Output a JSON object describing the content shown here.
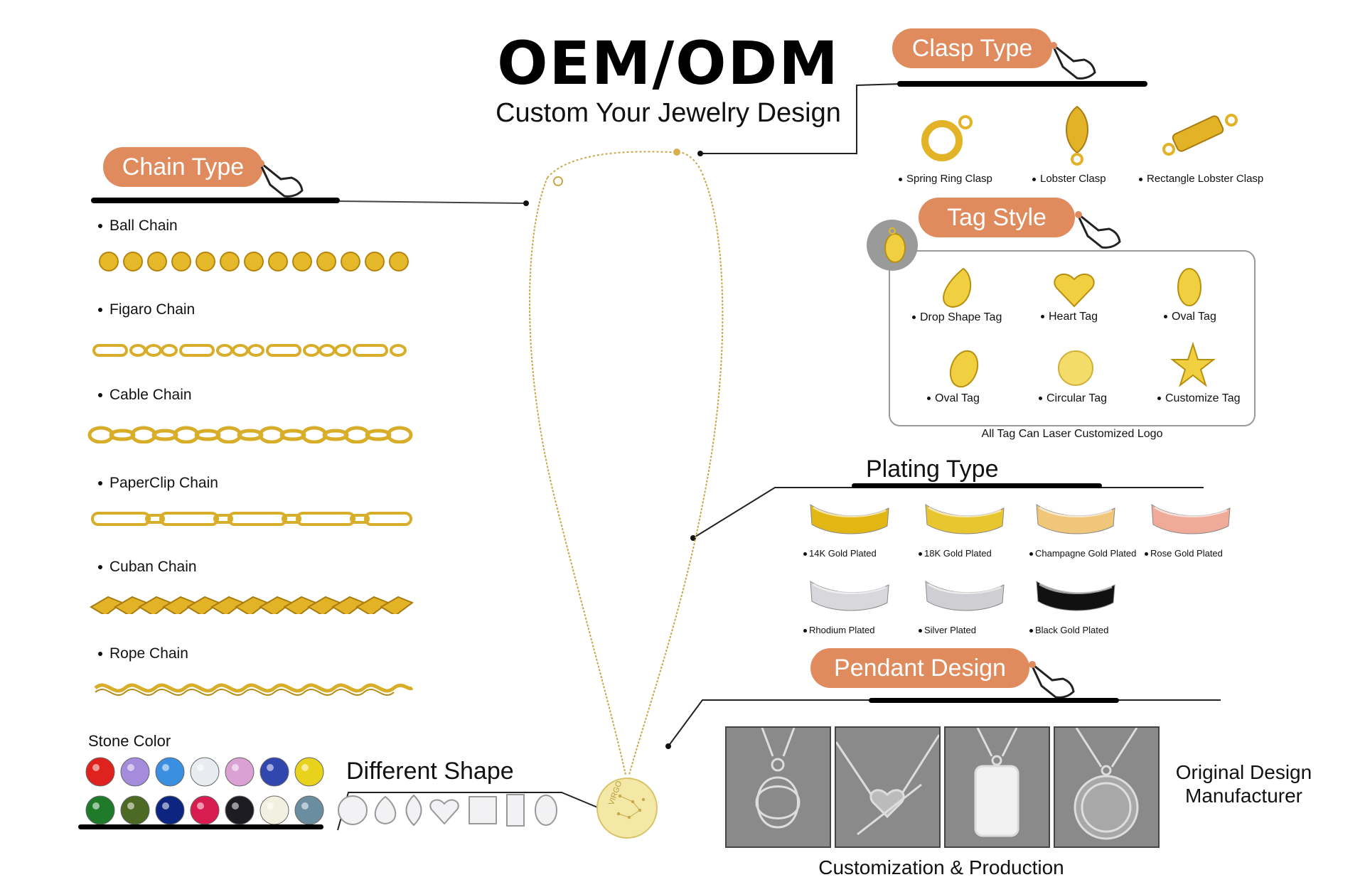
{
  "header": {
    "title": "OEM/ODM",
    "subtitle": "Custom Your Jewelry Design"
  },
  "chain_type": {
    "heading": "Chain Type",
    "items": [
      {
        "label": "Ball Chain"
      },
      {
        "label": "Figaro Chain"
      },
      {
        "label": "Cable Chain"
      },
      {
        "label": "PaperClip Chain"
      },
      {
        "label": "Cuban Chain"
      },
      {
        "label": "Rope Chain"
      }
    ]
  },
  "clasp_type": {
    "heading": "Clasp Type",
    "items": [
      {
        "label": "Spring Ring Clasp"
      },
      {
        "label": "Lobster Clasp"
      },
      {
        "label": "Rectangle Lobster Clasp"
      }
    ]
  },
  "tag_style": {
    "heading": "Tag Style",
    "items": [
      {
        "label": "Drop Shape Tag"
      },
      {
        "label": "Heart Tag"
      },
      {
        "label": "Oval Tag"
      },
      {
        "label": "Oval Tag"
      },
      {
        "label": "Circular Tag"
      },
      {
        "label": "Customize Tag"
      }
    ],
    "note": "All Tag Can Laser Customized Logo"
  },
  "plating_type": {
    "heading": "Plating Type",
    "items": [
      {
        "label": "14K Gold Plated",
        "color": "#e2b613"
      },
      {
        "label": "18K Gold Plated",
        "color": "#e8c630"
      },
      {
        "label": "Champagne Gold Plated",
        "color": "#f0c77a"
      },
      {
        "label": "Rose Gold Plated",
        "color": "#f0aa98"
      },
      {
        "label": "Rhodium Plated",
        "color": "#d8d8dc"
      },
      {
        "label": "Silver Plated",
        "color": "#cfcfd3"
      },
      {
        "label": "Black Gold Plated",
        "color": "#111111"
      }
    ]
  },
  "pendant_design": {
    "heading": "Pendant Design",
    "side_label_line1": "Original Design",
    "side_label_line2": "Manufacturer",
    "caption": "Customization & Production"
  },
  "stones": {
    "heading": "Stone Color",
    "colors": [
      "#e0221e",
      "#a58bdb",
      "#3b8fe0",
      "#e8ecf0",
      "#dba0d4",
      "#3246b0",
      "#e9d21c",
      "#1f7a2a",
      "#4d6a24",
      "#0c2580",
      "#d81c50",
      "#1c1c22",
      "#f2f0e0",
      "#6a8ea0"
    ]
  },
  "shapes": {
    "heading": "Different Shape",
    "items": [
      "round",
      "pear",
      "marquise",
      "heart",
      "square",
      "emerald",
      "oval"
    ]
  },
  "pendant_engraving": "VIRGO",
  "colors": {
    "accent": "#e08b5e",
    "gold": "#e5b92a"
  }
}
